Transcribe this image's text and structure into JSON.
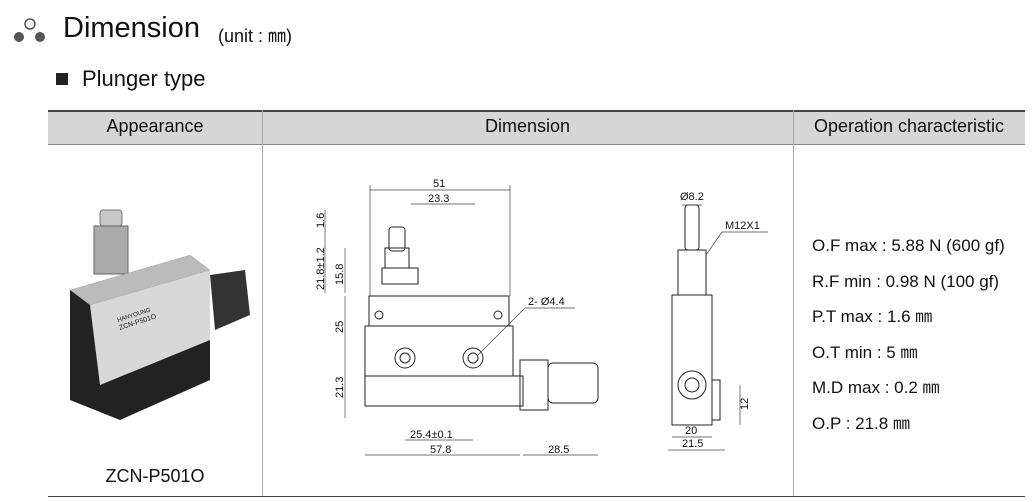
{
  "heading": {
    "title": "Dimension",
    "unit": "(unit : ㎜)",
    "subtitle": "Plunger type"
  },
  "table": {
    "headers": [
      "Appearance",
      "Dimension",
      "Operation characteristic"
    ]
  },
  "appearance": {
    "model": "ZCN-P501O",
    "device_label": "ZCN-P501O",
    "brand": "HANYOUNG"
  },
  "dimension": {
    "front": {
      "w51": "51",
      "w23": "23.3",
      "h16": "1.6",
      "h218": "21.8±1.2",
      "h158": "15.8",
      "h25": "25",
      "h213": "21.3",
      "hole": "2- Ø4.4",
      "w254": "25.4±0.1",
      "w578": "57.8",
      "w285": "28.5"
    },
    "side": {
      "dia": "Ø8.2",
      "thread": "M12X1",
      "h12": "12",
      "w20": "20",
      "w215": "21.5"
    }
  },
  "operation": [
    "O.F max : 5.88 N (600 gf)",
    "R.F min : 0.98 N (100 gf)",
    "P.T max : 1.6 ㎜",
    "O.T min : 5 ㎜",
    "M.D max : 0.2 ㎜",
    "O.P : 21.8 ㎜"
  ]
}
